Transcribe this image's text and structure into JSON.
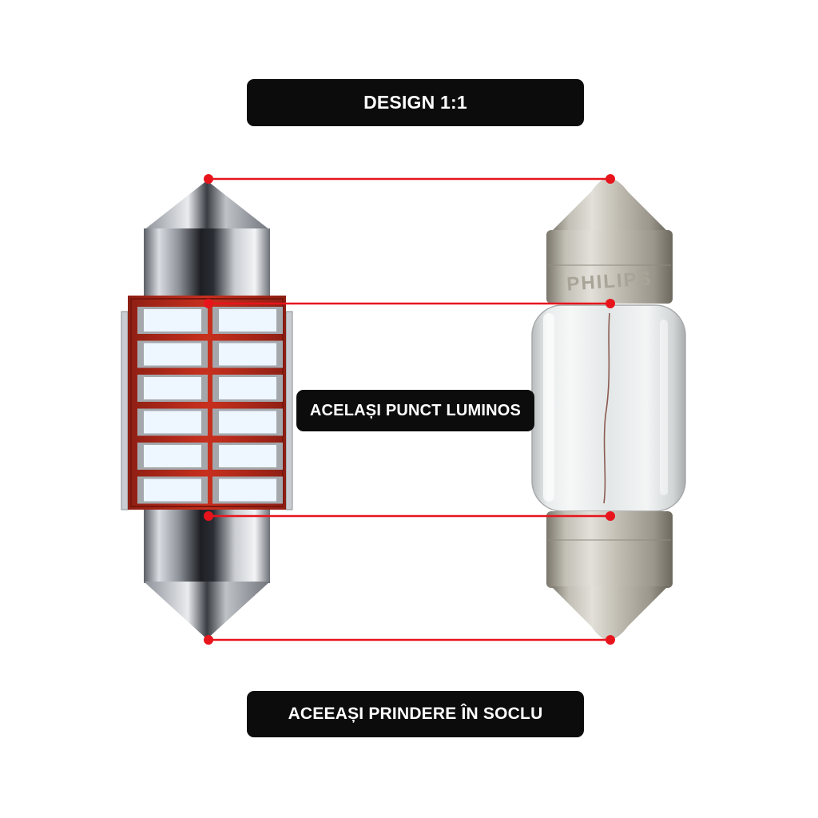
{
  "labels": {
    "top": "DESIGN 1:1",
    "middle": "ACELAȘI PUNCT LUMINOS",
    "bottom": "ACEEAȘI PRINDERE ÎN SOCLU"
  },
  "bulbs": {
    "led": {
      "led_rows": 6,
      "led_columns": 2
    },
    "incandescent": {
      "brand_marking": "PHILIPS"
    }
  },
  "colors": {
    "guide_line": "#e8141c",
    "pill_background": "#0c0c0c",
    "pill_text": "#ffffff",
    "led_pcb": "#c0281a",
    "led_chip": "#eef6ff"
  }
}
